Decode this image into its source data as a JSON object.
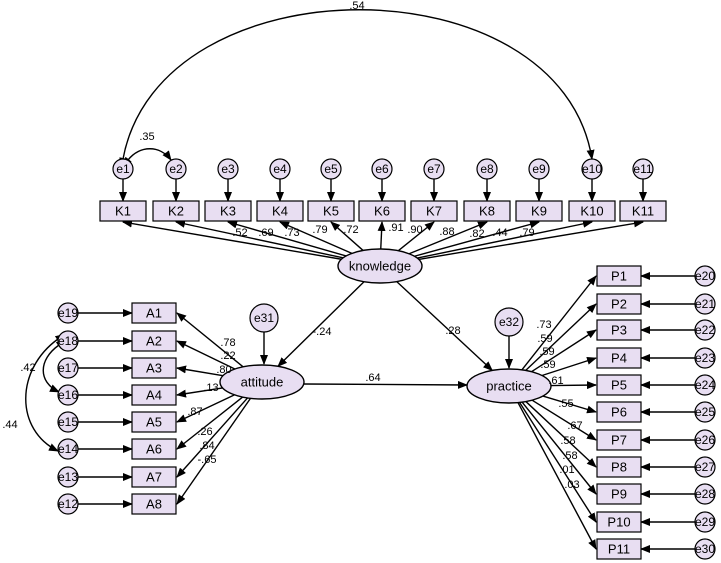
{
  "colors": {
    "fill": "#e8def2",
    "stroke": "#000000"
  },
  "latents": {
    "knowledge": "knowledge",
    "attitude": "attitude",
    "practice": "practice"
  },
  "knowledge_items": [
    {
      "box": "K1",
      "err": "e1",
      "loading": ""
    },
    {
      "box": "K2",
      "err": "e2",
      "loading": ".52"
    },
    {
      "box": "K3",
      "err": "e3",
      "loading": ".69"
    },
    {
      "box": "K4",
      "err": "e4",
      "loading": ".73"
    },
    {
      "box": "K5",
      "err": "e5",
      "loading": ".79"
    },
    {
      "box": "K6",
      "err": "e6",
      "loading": ".72"
    },
    {
      "box": "K7",
      "err": "e7",
      "loading": ".91"
    },
    {
      "box": "K8",
      "err": "e8",
      "loading": ".90"
    },
    {
      "box": "K9",
      "err": "e9",
      "loading": ".88"
    },
    {
      "box": "K10",
      "err": "e10",
      "loading": ".82"
    },
    {
      "box": "K11",
      "err": "e11",
      "loading": ".44"
    }
  ],
  "knowledge_extra_label": ".79",
  "attitude_items": [
    {
      "box": "A1",
      "err": "e19",
      "loading": ".78"
    },
    {
      "box": "A2",
      "err": "e18",
      "loading": ".22"
    },
    {
      "box": "A3",
      "err": "e17",
      "loading": ".80"
    },
    {
      "box": "A4",
      "err": "e16",
      "loading": ".13"
    },
    {
      "box": "A5",
      "err": "e15",
      "loading": ".87"
    },
    {
      "box": "A6",
      "err": "e14",
      "loading": ".26"
    },
    {
      "box": "A7",
      "err": "e13",
      "loading": ".84"
    },
    {
      "box": "A8",
      "err": "e12",
      "loading": "-.65"
    }
  ],
  "practice_items": [
    {
      "box": "P1",
      "err": "e20",
      "loading": ".73"
    },
    {
      "box": "P2",
      "err": "e21",
      "loading": ".59"
    },
    {
      "box": "P3",
      "err": "e22",
      "loading": ".59"
    },
    {
      "box": "P4",
      "err": "e23",
      "loading": ".59"
    },
    {
      "box": "P5",
      "err": "e24",
      "loading": ".61"
    },
    {
      "box": "P6",
      "err": "e25",
      "loading": ".55"
    },
    {
      "box": "P7",
      "err": "e26",
      "loading": ".67"
    },
    {
      "box": "P8",
      "err": "e27",
      "loading": ".58"
    },
    {
      "box": "P9",
      "err": "e28",
      "loading": ".58"
    },
    {
      "box": "P10",
      "err": "e29",
      "loading": ".01"
    },
    {
      "box": "P11",
      "err": "e30",
      "loading": ".03"
    }
  ],
  "disturbances": {
    "attitude": "e31",
    "practice": "e32"
  },
  "paths": {
    "knowledge_attitude": "-.24",
    "knowledge_practice": ".28",
    "attitude_practice": ".64"
  },
  "covariances": {
    "e1_e10": ".54",
    "e1_e2": ".35",
    "e18_e16": ".42",
    "e18_e14": ".44"
  }
}
